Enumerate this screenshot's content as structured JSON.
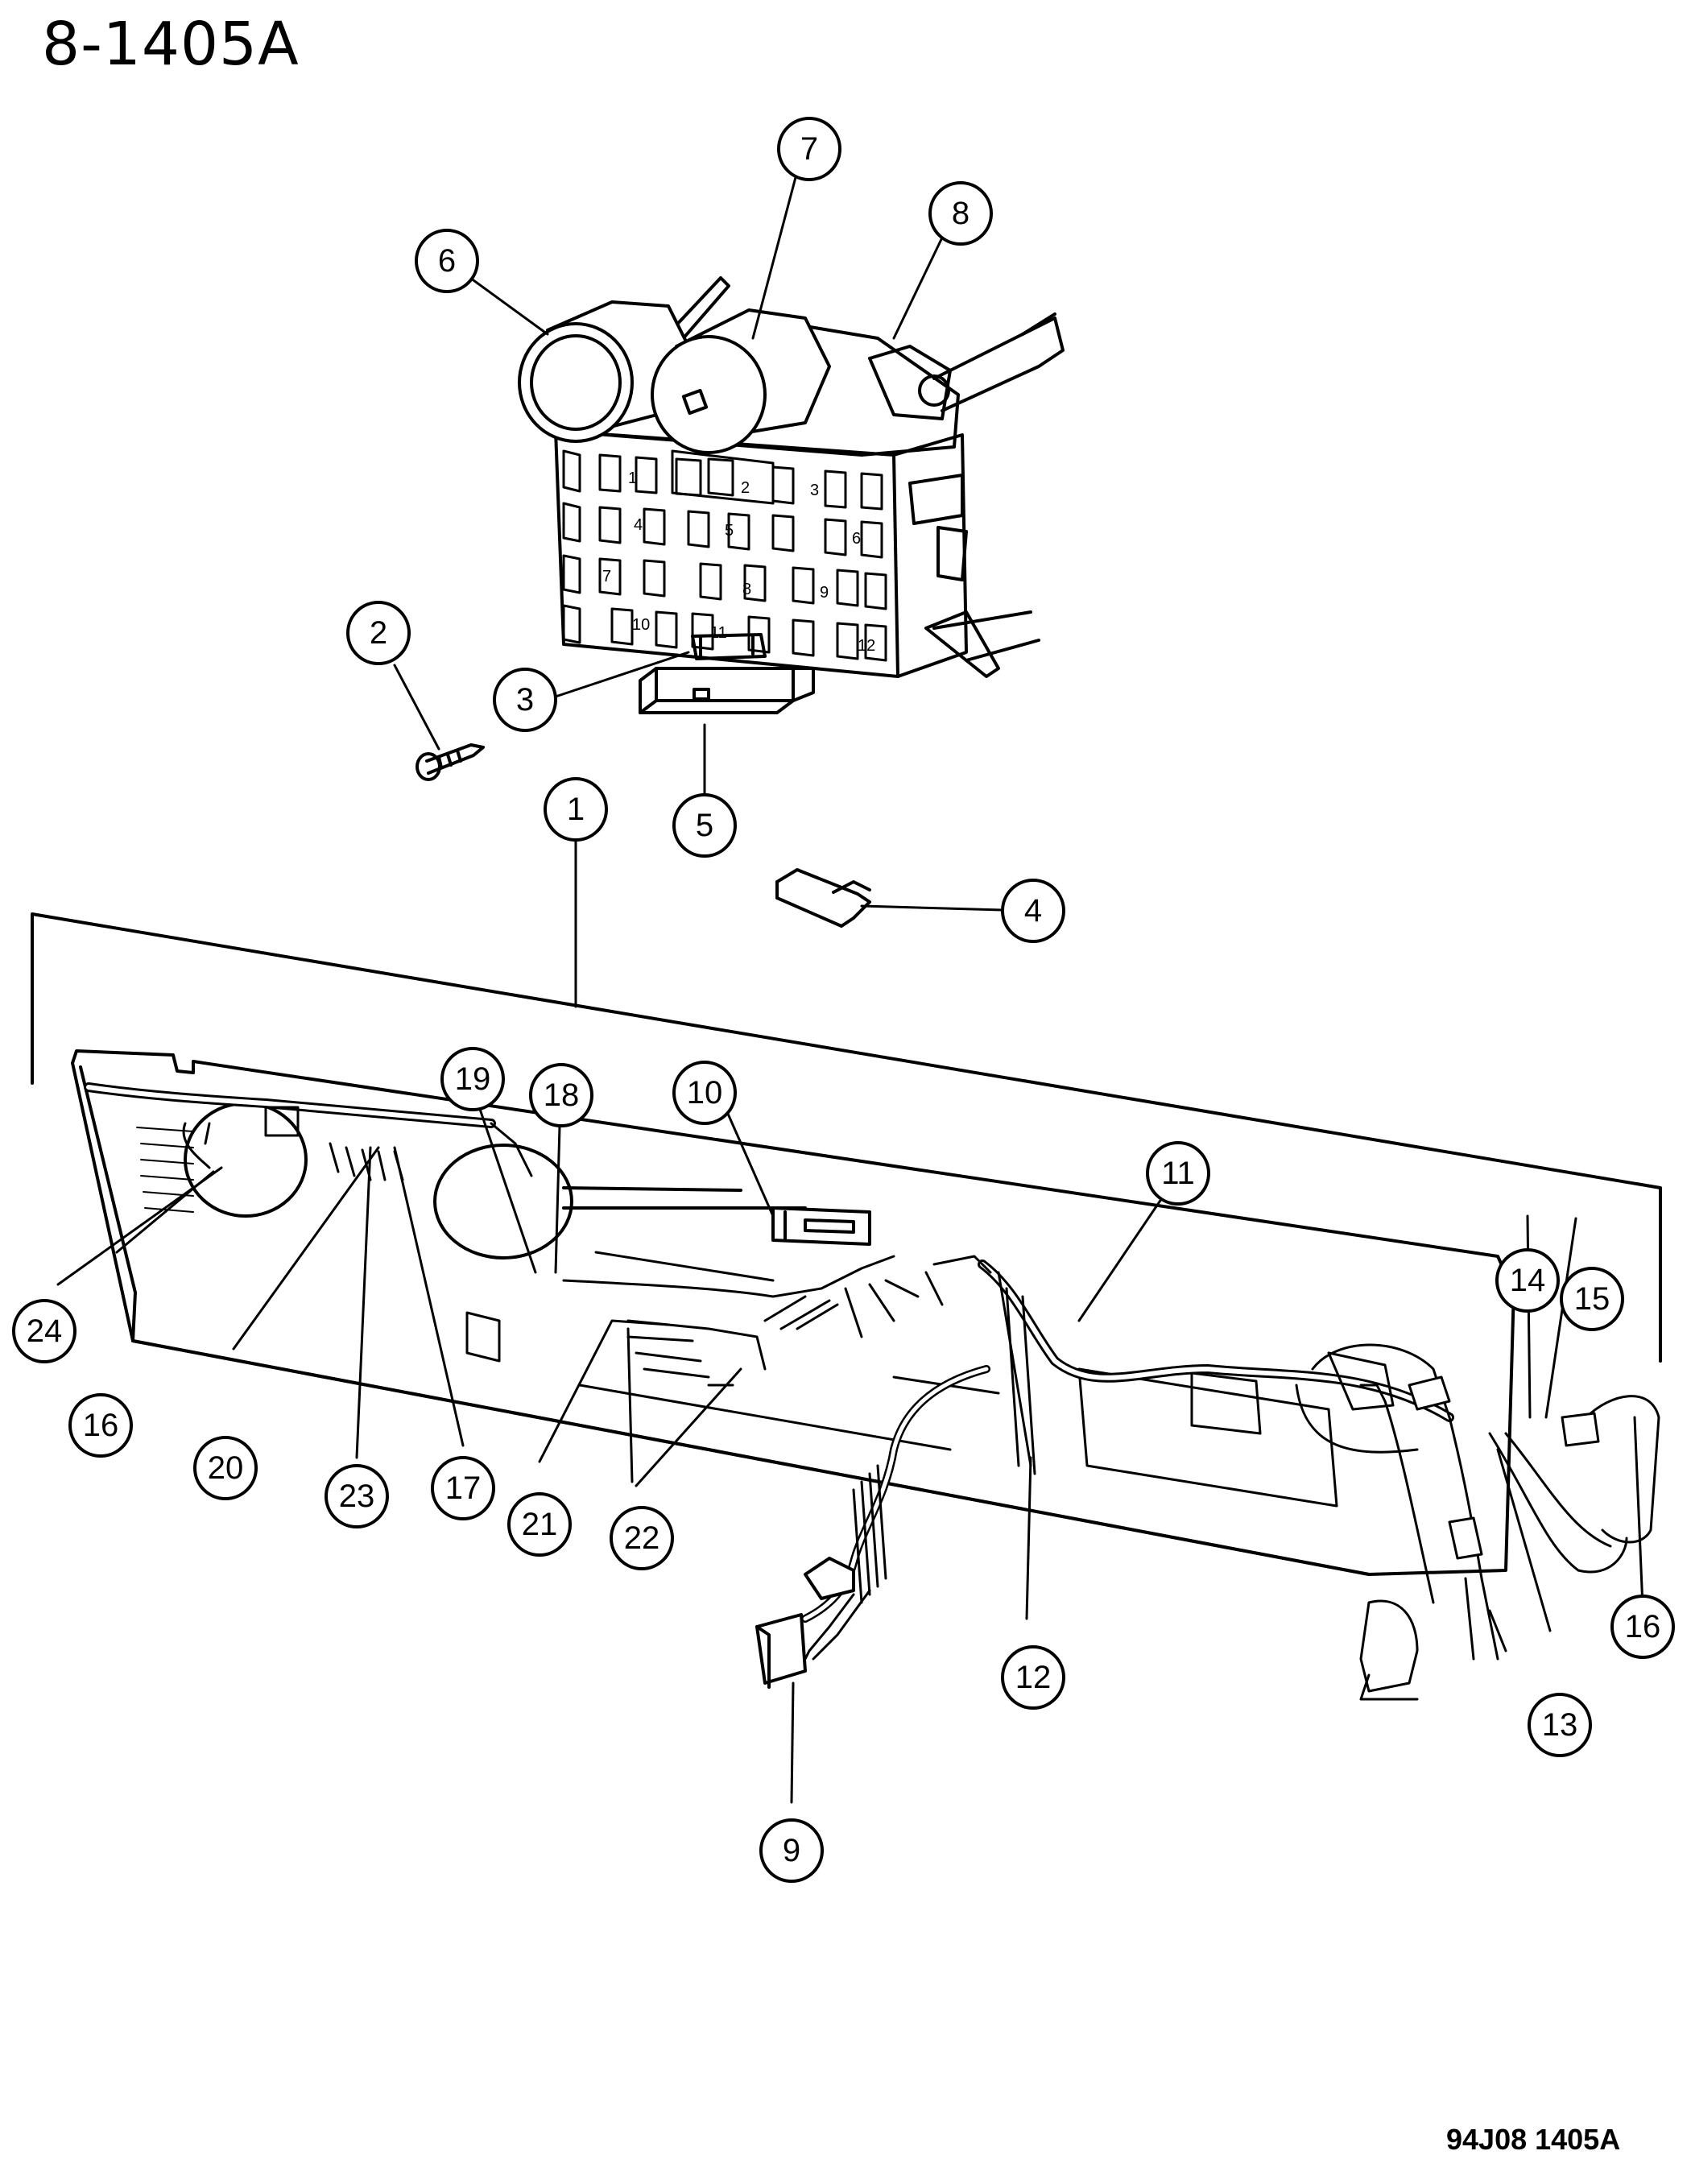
{
  "header": {
    "figure_id": "8-1405A"
  },
  "footer": {
    "code": "94J08  1405A"
  },
  "fuse_numbers": [
    "1",
    "2",
    "3",
    "4",
    "5",
    "6",
    "7",
    "8",
    "9",
    "10",
    "11",
    "12"
  ],
  "callouts": [
    {
      "id": "c1",
      "label": "1"
    },
    {
      "id": "c2",
      "label": "2"
    },
    {
      "id": "c3",
      "label": "3"
    },
    {
      "id": "c4",
      "label": "4"
    },
    {
      "id": "c5",
      "label": "5"
    },
    {
      "id": "c6",
      "label": "6"
    },
    {
      "id": "c7",
      "label": "7"
    },
    {
      "id": "c8",
      "label": "8"
    },
    {
      "id": "c9",
      "label": "9"
    },
    {
      "id": "c10",
      "label": "10"
    },
    {
      "id": "c11",
      "label": "11"
    },
    {
      "id": "c12",
      "label": "12"
    },
    {
      "id": "c13",
      "label": "13"
    },
    {
      "id": "c14",
      "label": "14"
    },
    {
      "id": "c15",
      "label": "15"
    },
    {
      "id": "c16a",
      "label": "16"
    },
    {
      "id": "c16b",
      "label": "16"
    },
    {
      "id": "c17",
      "label": "17"
    },
    {
      "id": "c18",
      "label": "18"
    },
    {
      "id": "c19",
      "label": "19"
    },
    {
      "id": "c20",
      "label": "20"
    },
    {
      "id": "c21",
      "label": "21"
    },
    {
      "id": "c22",
      "label": "22"
    },
    {
      "id": "c23",
      "label": "23"
    },
    {
      "id": "c24",
      "label": "24"
    }
  ]
}
